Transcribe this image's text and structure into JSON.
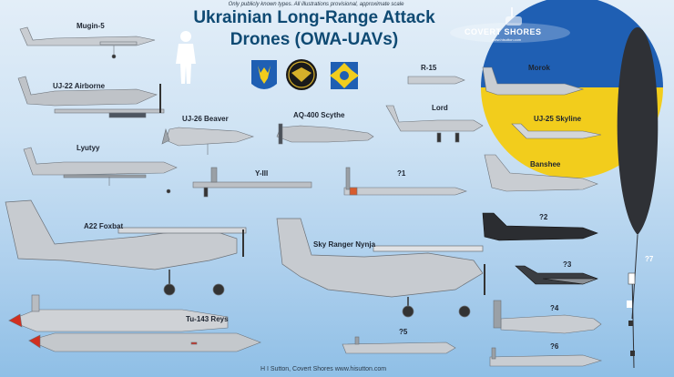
{
  "header": {
    "subtitle": "Only publicly known types. All illustrations provisional, approximate scale",
    "title_line1": "Ukrainian Long-Range Attack",
    "title_line2": "Drones (OWA-UAVs)"
  },
  "brand": {
    "name": "COVERT SHORES",
    "url": "www.hisutton.com"
  },
  "footer": {
    "credit": "H I Sutton, Covert Shores www.hisutton.com"
  },
  "drones": {
    "mugin5": "Mugin-5",
    "uj22": "UJ-22 Airborne",
    "uj26": "UJ-26 Beaver",
    "aq400": "AQ-400 Scythe",
    "lyutyy": "Lyutyy",
    "y3": "Y-III",
    "q1": "?1",
    "a22": "A22 Foxbat",
    "skyranger": "Sky Ranger Nynja",
    "tu143": "Tu-143 Reys",
    "q5": "?5",
    "r15": "R-15",
    "lord": "Lord",
    "morok": "Morok",
    "uj25": "UJ-25 Skyline",
    "banshee": "Banshee",
    "q2": "?2",
    "q3": "?3",
    "q4": "?4",
    "q6": "?6",
    "q7": "?7"
  },
  "colors": {
    "title": "#0f4a73",
    "flag_blue": "#1f5fb3",
    "flag_yellow": "#f2cd1c",
    "sky_top": "#e3eef8",
    "sky_bottom": "#8fbfe6"
  }
}
